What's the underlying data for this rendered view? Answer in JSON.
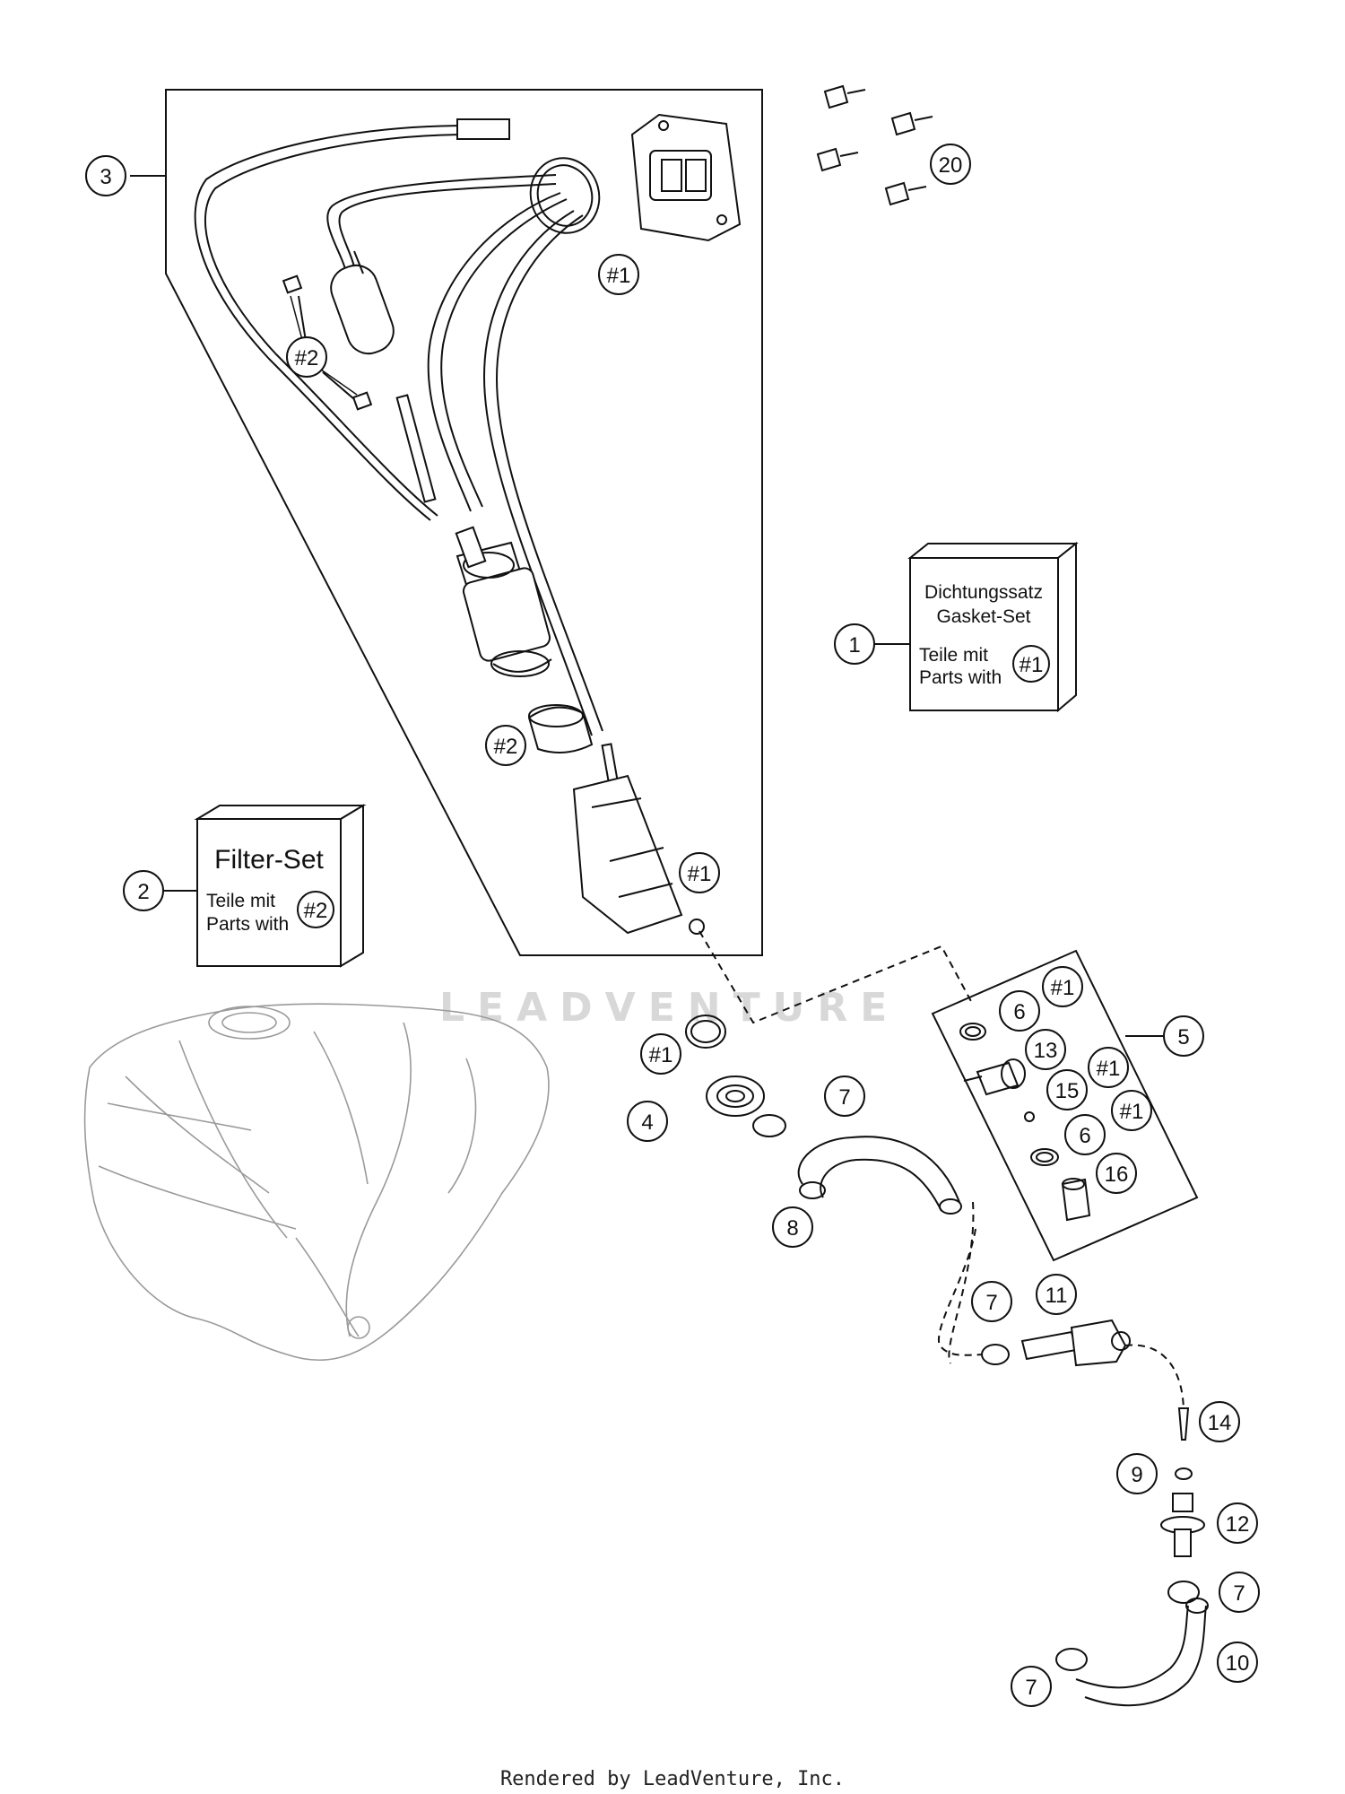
{
  "callouts": {
    "c1": "1",
    "c2": "2",
    "c3": "3",
    "c4": "4",
    "c5": "5",
    "c6a": "6",
    "c6b": "6",
    "c7a": "7",
    "c7b": "7",
    "c7c": "7",
    "c7d": "7",
    "c8": "8",
    "c9": "9",
    "c10": "10",
    "c11": "11",
    "c12": "12",
    "c13": "13",
    "c14": "14",
    "c15": "15",
    "c16": "16",
    "c20": "20",
    "h1a": "#1",
    "h1b": "#1",
    "h1c": "#1",
    "h1d": "#1",
    "h1e": "#1",
    "h1f": "#1",
    "h2a": "#2",
    "h2b": "#2"
  },
  "gasket_set_box": {
    "line1": "Dichtungssatz",
    "line2": "Gasket-Set",
    "line3": "Teile mit",
    "line4": "Parts with",
    "ref": "#1"
  },
  "filter_set_box": {
    "title": "Filter-Set",
    "line1": "Teile mit",
    "line2": "Parts with",
    "ref": "#2"
  },
  "watermark": "LEADVENTURE",
  "footer": "Rendered by LeadVenture, Inc."
}
